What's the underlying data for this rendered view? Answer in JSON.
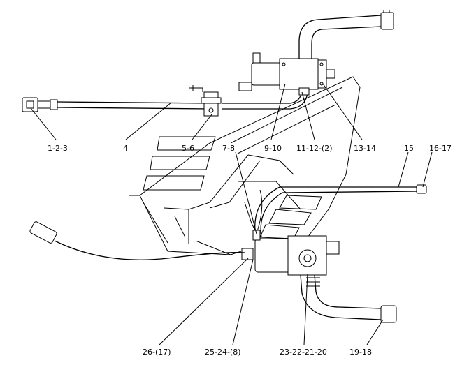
{
  "callouts": [
    {
      "id": "c1",
      "label": "1-2-3"
    },
    {
      "id": "c2",
      "label": "4"
    },
    {
      "id": "c3",
      "label": "5-6"
    },
    {
      "id": "c4",
      "label": "7-8"
    },
    {
      "id": "c5",
      "label": "9-10"
    },
    {
      "id": "c6",
      "label": "11-12-(2)"
    },
    {
      "id": "c7",
      "label": "13-14"
    },
    {
      "id": "c8",
      "label": "15"
    },
    {
      "id": "c9",
      "label": "16-17"
    },
    {
      "id": "c10",
      "label": "26-(17)"
    },
    {
      "id": "c11",
      "label": "25-24-(8)"
    },
    {
      "id": "c12",
      "label": "23-22-21-20"
    },
    {
      "id": "c13",
      "label": "19-18"
    }
  ]
}
